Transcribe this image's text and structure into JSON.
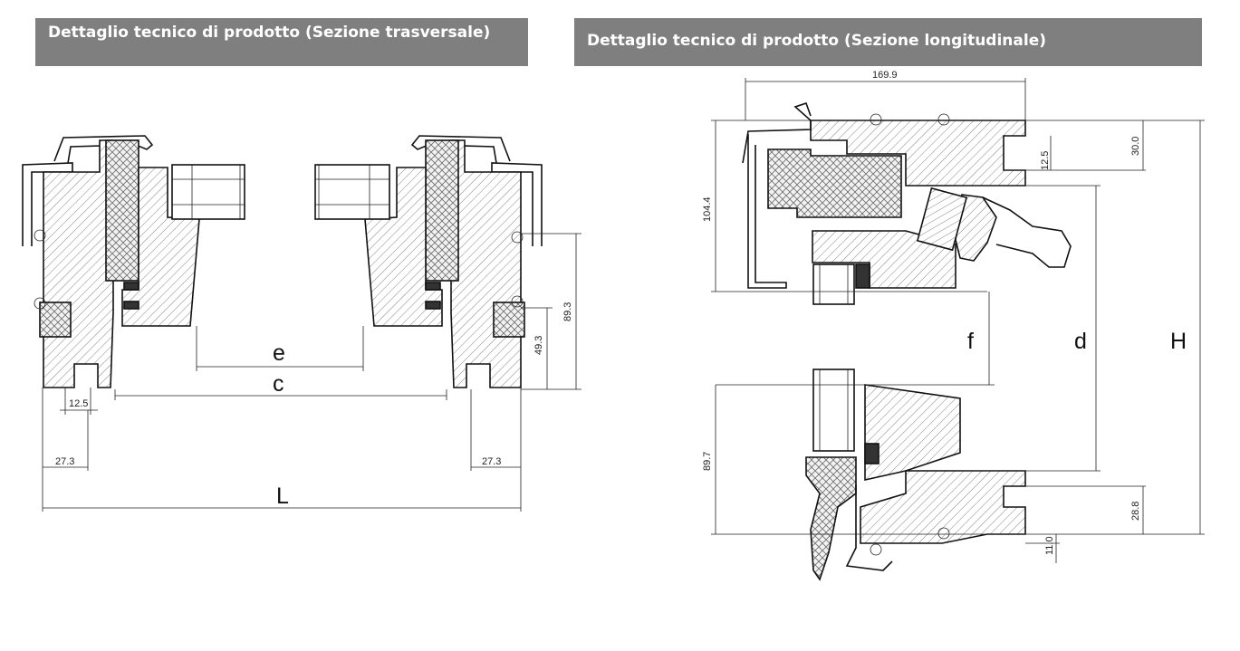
{
  "headers": {
    "left": "Dettaglio tecnico di prodotto (Sezione trasversale)",
    "right": "Dettaglio tecnico di prodotto (Sezione longitudinale)"
  },
  "left_section": {
    "dims": {
      "e": "e",
      "c": "c",
      "L": "L",
      "d_12_5": "12.5",
      "d_27_3_left": "27.3",
      "d_27_3_right": "27.3",
      "d_49_3": "49.3",
      "d_89_3": "89.3"
    }
  },
  "right_section": {
    "dims": {
      "d_169_9": "169.9",
      "d_104_4": "104.4",
      "d_12_5": "12.5",
      "d_30_0": "30.0",
      "f": "f",
      "d": "d",
      "H": "H",
      "d_89_7": "89.7",
      "d_28_8": "28.8",
      "d_11_0": "11.0"
    }
  },
  "colors": {
    "header_bg": "#7f7f7f",
    "header_text": "#ffffff"
  }
}
